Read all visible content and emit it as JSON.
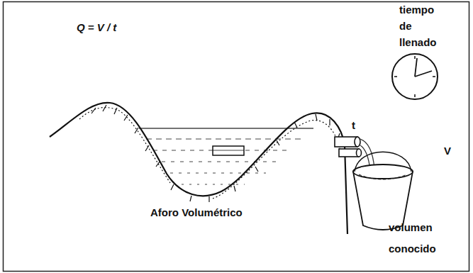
{
  "diagram": {
    "labels": [
      "Q = V / t",
      "tiempo de llenado",
      "t",
      "V",
      "Aforo Volumétrico",
      "volumen conocido"
    ]
  }
}
